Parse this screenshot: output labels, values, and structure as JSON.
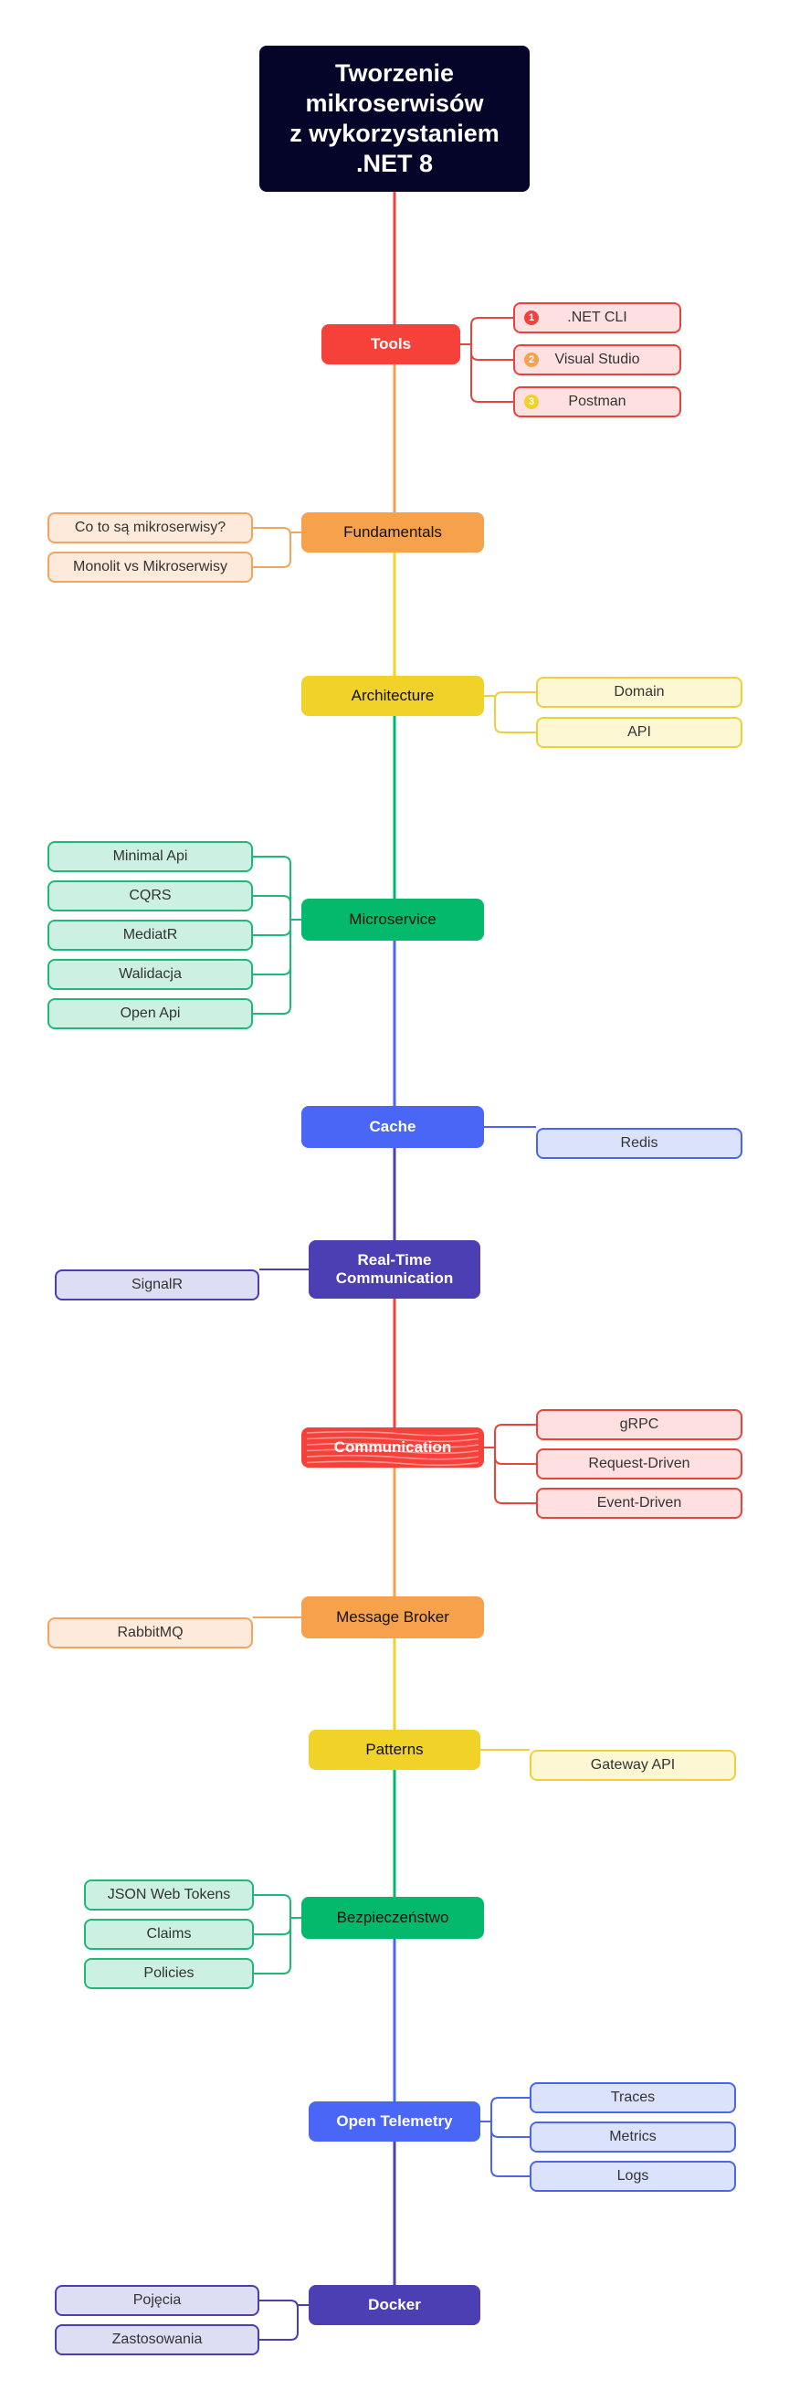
{
  "title": "Tworzenie\nmikroserwisów\nz wykorzystaniem\n.NET 8",
  "palette": {
    "red": {
      "fill": "#f6413b",
      "light": "#fde0df",
      "stroke": "#e4453d"
    },
    "orange": {
      "fill": "#f6a24c",
      "light": "#fdeadb",
      "stroke": "#f0a561"
    },
    "yellow": {
      "fill": "#f0d228",
      "light": "#fdf8d3",
      "stroke": "#eed03d"
    },
    "green": {
      "fill": "#05b96c",
      "light": "#ccf1e2",
      "stroke": "#20b878"
    },
    "blue": {
      "fill": "#4966f6",
      "light": "#dbe3fc",
      "stroke": "#4b67e8"
    },
    "indigo": {
      "fill": "#4c3fb3",
      "light": "#dddef3",
      "stroke": "#4a3eb0"
    },
    "title": "#05052a"
  },
  "nodes": [
    {
      "label": "Tools",
      "color": "red",
      "side": "right",
      "children": [
        {
          "label": ".NET CLI",
          "badge": "1"
        },
        {
          "label": "Visual Studio",
          "badge": "2"
        },
        {
          "label": "Postman",
          "badge": "3"
        }
      ]
    },
    {
      "label": "Fundamentals",
      "color": "orange",
      "side": "left",
      "children": [
        {
          "label": "Co to są mikroserwisy?"
        },
        {
          "label": "Monolit vs Mikroserwisy"
        }
      ]
    },
    {
      "label": "Architecture",
      "color": "yellow",
      "side": "right",
      "children": [
        {
          "label": "Domain"
        },
        {
          "label": "API"
        }
      ]
    },
    {
      "label": "Microservice",
      "color": "green",
      "side": "left",
      "children": [
        {
          "label": "Minimal Api"
        },
        {
          "label": "CQRS"
        },
        {
          "label": "MediatR"
        },
        {
          "label": "Walidacja"
        },
        {
          "label": "Open Api"
        }
      ]
    },
    {
      "label": "Cache",
      "color": "blue",
      "side": "right",
      "children": [
        {
          "label": "Redis"
        }
      ]
    },
    {
      "label": "Real-Time\nCommunication",
      "color": "indigo",
      "side": "left",
      "children": [
        {
          "label": "SignalR"
        }
      ]
    },
    {
      "label": "Communication",
      "color": "red",
      "side": "right",
      "scribble": true,
      "children": [
        {
          "label": "gRPC"
        },
        {
          "label": "Request-Driven"
        },
        {
          "label": "Event-Driven"
        }
      ]
    },
    {
      "label": "Message Broker",
      "color": "orange",
      "side": "left",
      "children": [
        {
          "label": "RabbitMQ"
        }
      ]
    },
    {
      "label": "Patterns",
      "color": "yellow",
      "side": "right",
      "children": [
        {
          "label": "Gateway API"
        }
      ]
    },
    {
      "label": "Bezpieczeństwo",
      "color": "green",
      "side": "left",
      "children": [
        {
          "label": "JSON Web Tokens"
        },
        {
          "label": "Claims"
        },
        {
          "label": "Policies"
        }
      ]
    },
    {
      "label": "Open Telemetry",
      "color": "blue",
      "side": "right",
      "children": [
        {
          "label": "Traces"
        },
        {
          "label": "Metrics"
        },
        {
          "label": "Logs"
        }
      ]
    },
    {
      "label": "Docker",
      "color": "indigo",
      "side": "left",
      "children": [
        {
          "label": "Pojęcia"
        },
        {
          "label": "Zastosowania"
        }
      ]
    }
  ]
}
